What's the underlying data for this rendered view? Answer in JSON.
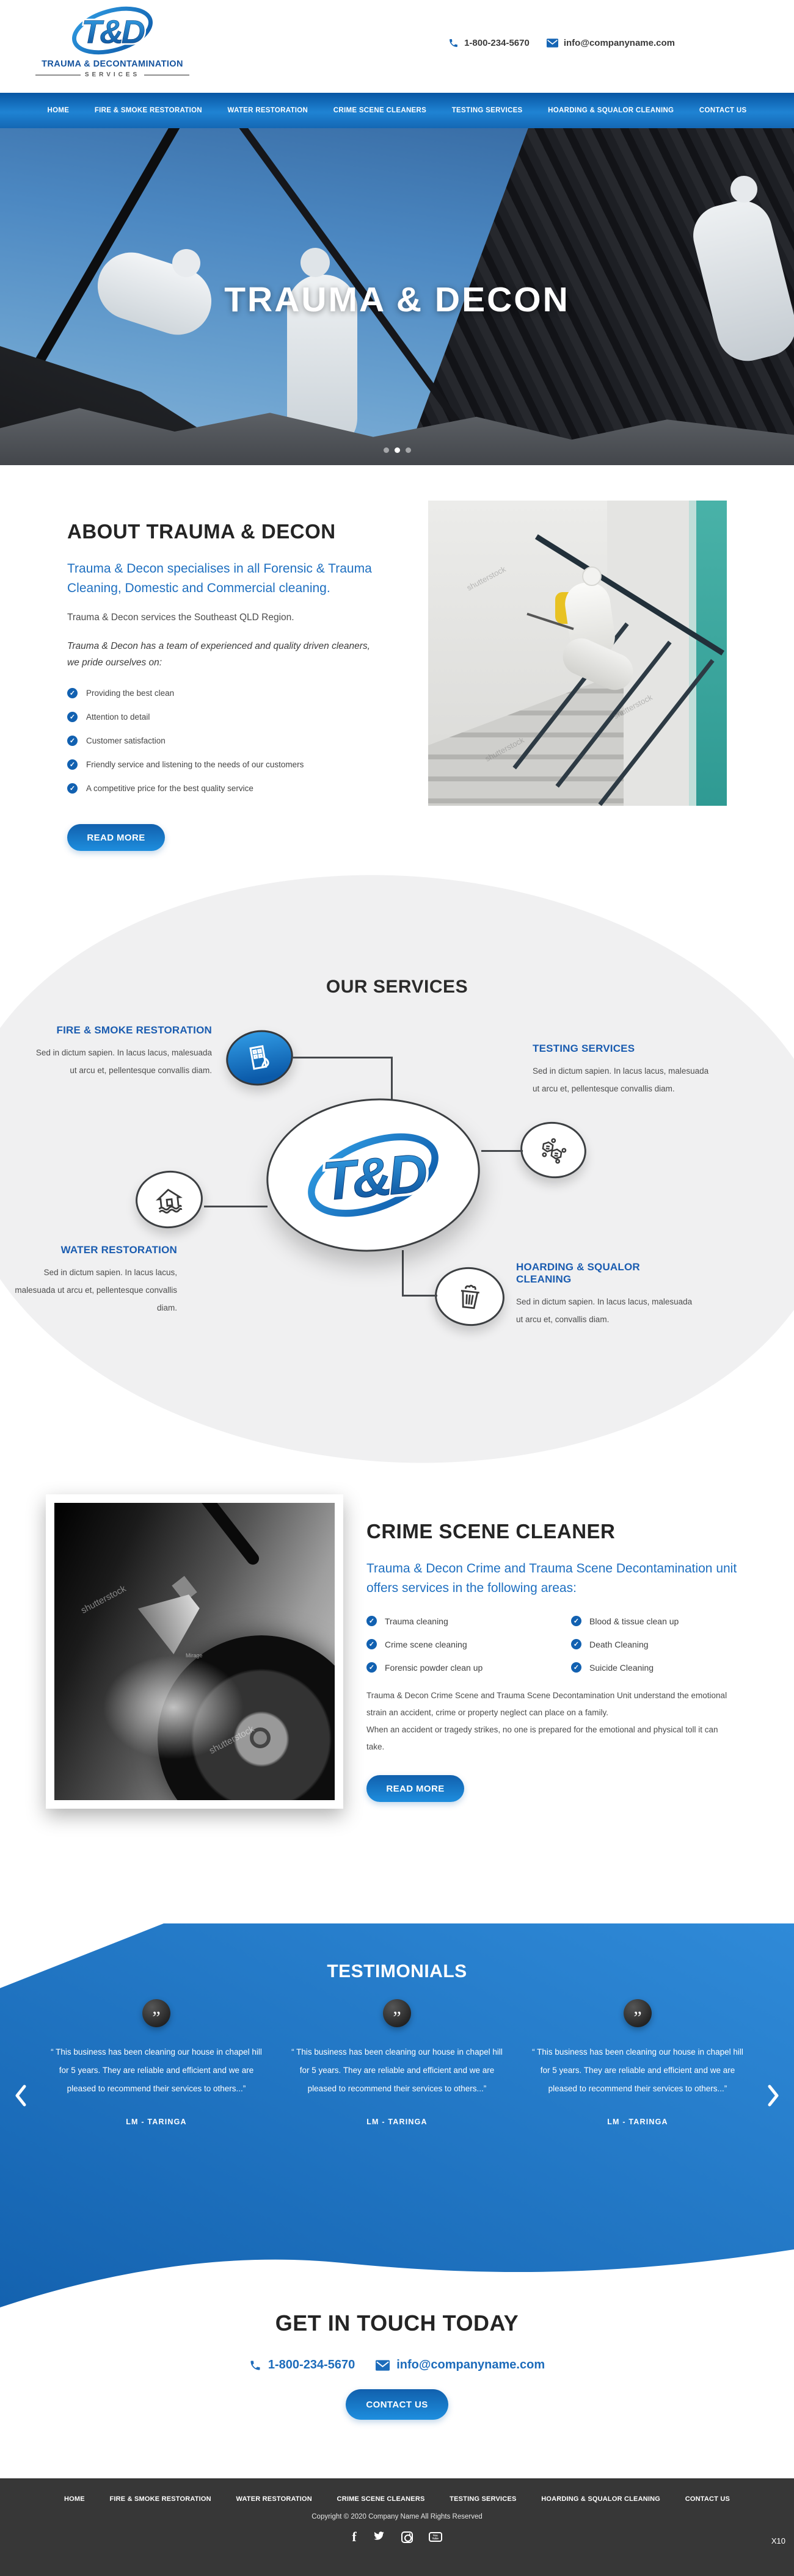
{
  "brand": {
    "logo_text": "T&D",
    "tagline1": "TRAUMA & DECONTAMINATION",
    "tagline2": "SERVICES",
    "phone": "1-800-234-5670",
    "email": "info@companyname.com",
    "accent_blue": "#1a6fc0",
    "nav_blue_top": "#0856a3",
    "nav_blue_bottom": "#1467b4"
  },
  "nav": {
    "items": [
      "HOME",
      "FIRE & SMOKE RESTORATION",
      "WATER RESTORATION",
      "CRIME SCENE CLEANERS",
      "TESTING SERVICES",
      "HOARDING & SQUALOR CLEANING",
      "CONTACT US"
    ]
  },
  "hero": {
    "title": "TRAUMA & DECON"
  },
  "about": {
    "title": "ABOUT TRAUMA & DECON",
    "lead": "Trauma & Decon specialises in all Forensic & Trauma Cleaning, Domestic and Commercial cleaning.",
    "region_line": "Trauma & Decon services the Southeast QLD Region.",
    "team_line": "Trauma & Decon has a team of experienced and quality driven cleaners, we pride ourselves on:",
    "bullets": [
      "Providing the best clean",
      "Attention to detail",
      "Customer satisfaction",
      "Friendly service and listening to the needs of our customers",
      "A competitive price for the best quality service"
    ],
    "read_more": "READ MORE",
    "image_watermark": "shutterstock"
  },
  "services": {
    "title": "OUR SERVICES",
    "items": [
      {
        "name": "FIRE & SMOKE RESTORATION",
        "text": "Sed in dictum sapien. In lacus lacus, malesuada ut arcu et, pellentesque convallis diam.",
        "icon": "building-fire-icon"
      },
      {
        "name": "TESTING SERVICES",
        "text": "Sed in dictum sapien. In lacus lacus, malesuada ut arcu et, pellentesque convallis diam.",
        "icon": "molecule-icon"
      },
      {
        "name": "WATER RESTORATION",
        "text": "Sed in dictum sapien. In lacus lacus, malesuada ut arcu et, pellentesque convallis diam.",
        "icon": "flooded-house-icon"
      },
      {
        "name": "HOARDING & SQUALOR CLEANING",
        "text": "Sed in dictum sapien. In lacus lacus, malesuada ut arcu et, convallis diam.",
        "icon": "trash-bin-icon"
      }
    ]
  },
  "crime": {
    "title": "CRIME SCENE CLEANER",
    "lead": "Trauma & Decon Crime and Trauma Scene Decontamination unit offers services in the following areas:",
    "checks_left": [
      "Trauma cleaning",
      "Crime scene cleaning",
      "Forensic powder clean up"
    ],
    "checks_right": [
      "Blood & tissue clean up",
      "Death Cleaning",
      "Suicide Cleaning"
    ],
    "para1": "Trauma & Decon Crime Scene and Trauma Scene Decontamination Unit understand the emotional strain an accident, crime or property neglect can place on a family.",
    "para2": "When an accident or tragedy strikes, no one is prepared for the emotional and physical toll it can take.",
    "read_more": "READ MORE",
    "image_watermark": "shutterstock",
    "image_watermark2": "Mirage"
  },
  "testimonials": {
    "title": "TESTIMONIALS",
    "items": [
      {
        "quote": "“ This business has been cleaning our house in chapel hill for 5 years. They are reliable and efficient and we are pleased to recommend their services to others...”",
        "author": "LM - TARINGA"
      },
      {
        "quote": "“ This business has been cleaning our house in chapel hill for 5 years. They are reliable and efficient and we are pleased to recommend their services to others...”",
        "author": "LM - TARINGA"
      },
      {
        "quote": "“ This business has been cleaning our house in chapel hill for 5 years. They are reliable and efficient and we are pleased to recommend their services to others...”",
        "author": "LM - TARINGA"
      }
    ]
  },
  "contact": {
    "title": "GET IN TOUCH TODAY",
    "phone": "1-800-234-5670",
    "email": "info@companyname.com",
    "button": "CONTACT US"
  },
  "footer": {
    "links": [
      "HOME",
      "FIRE & SMOKE RESTORATION",
      "WATER RESTORATION",
      "CRIME SCENE CLEANERS",
      "TESTING SERVICES",
      "HOARDING & SQUALOR CLEANING",
      "CONTACT US"
    ],
    "copyright": "Copyright © 2020 Company Name All Rights Reserved",
    "social_icons": [
      "facebook-icon",
      "twitter-icon",
      "instagram-icon",
      "youtube-icon"
    ],
    "watermark": "X10"
  },
  "icons": {
    "check": "✓",
    "quote": "”",
    "facebook": "f",
    "youtube_line1": "You",
    "youtube_line2": "Tube"
  }
}
